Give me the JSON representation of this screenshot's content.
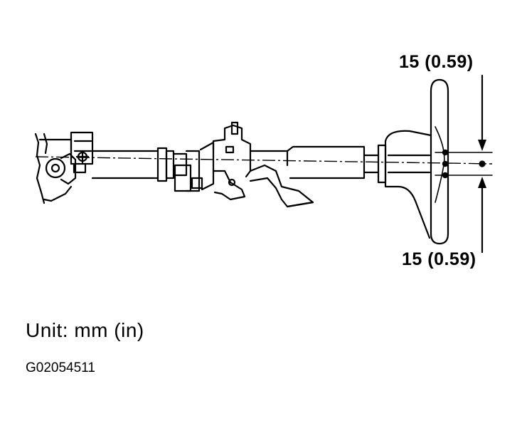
{
  "diagram": {
    "dimension_top": "15 (0.59)",
    "dimension_bottom": "15 (0.59)",
    "unit_label": "Unit:  mm (in)",
    "figure_code": "G02054511"
  }
}
